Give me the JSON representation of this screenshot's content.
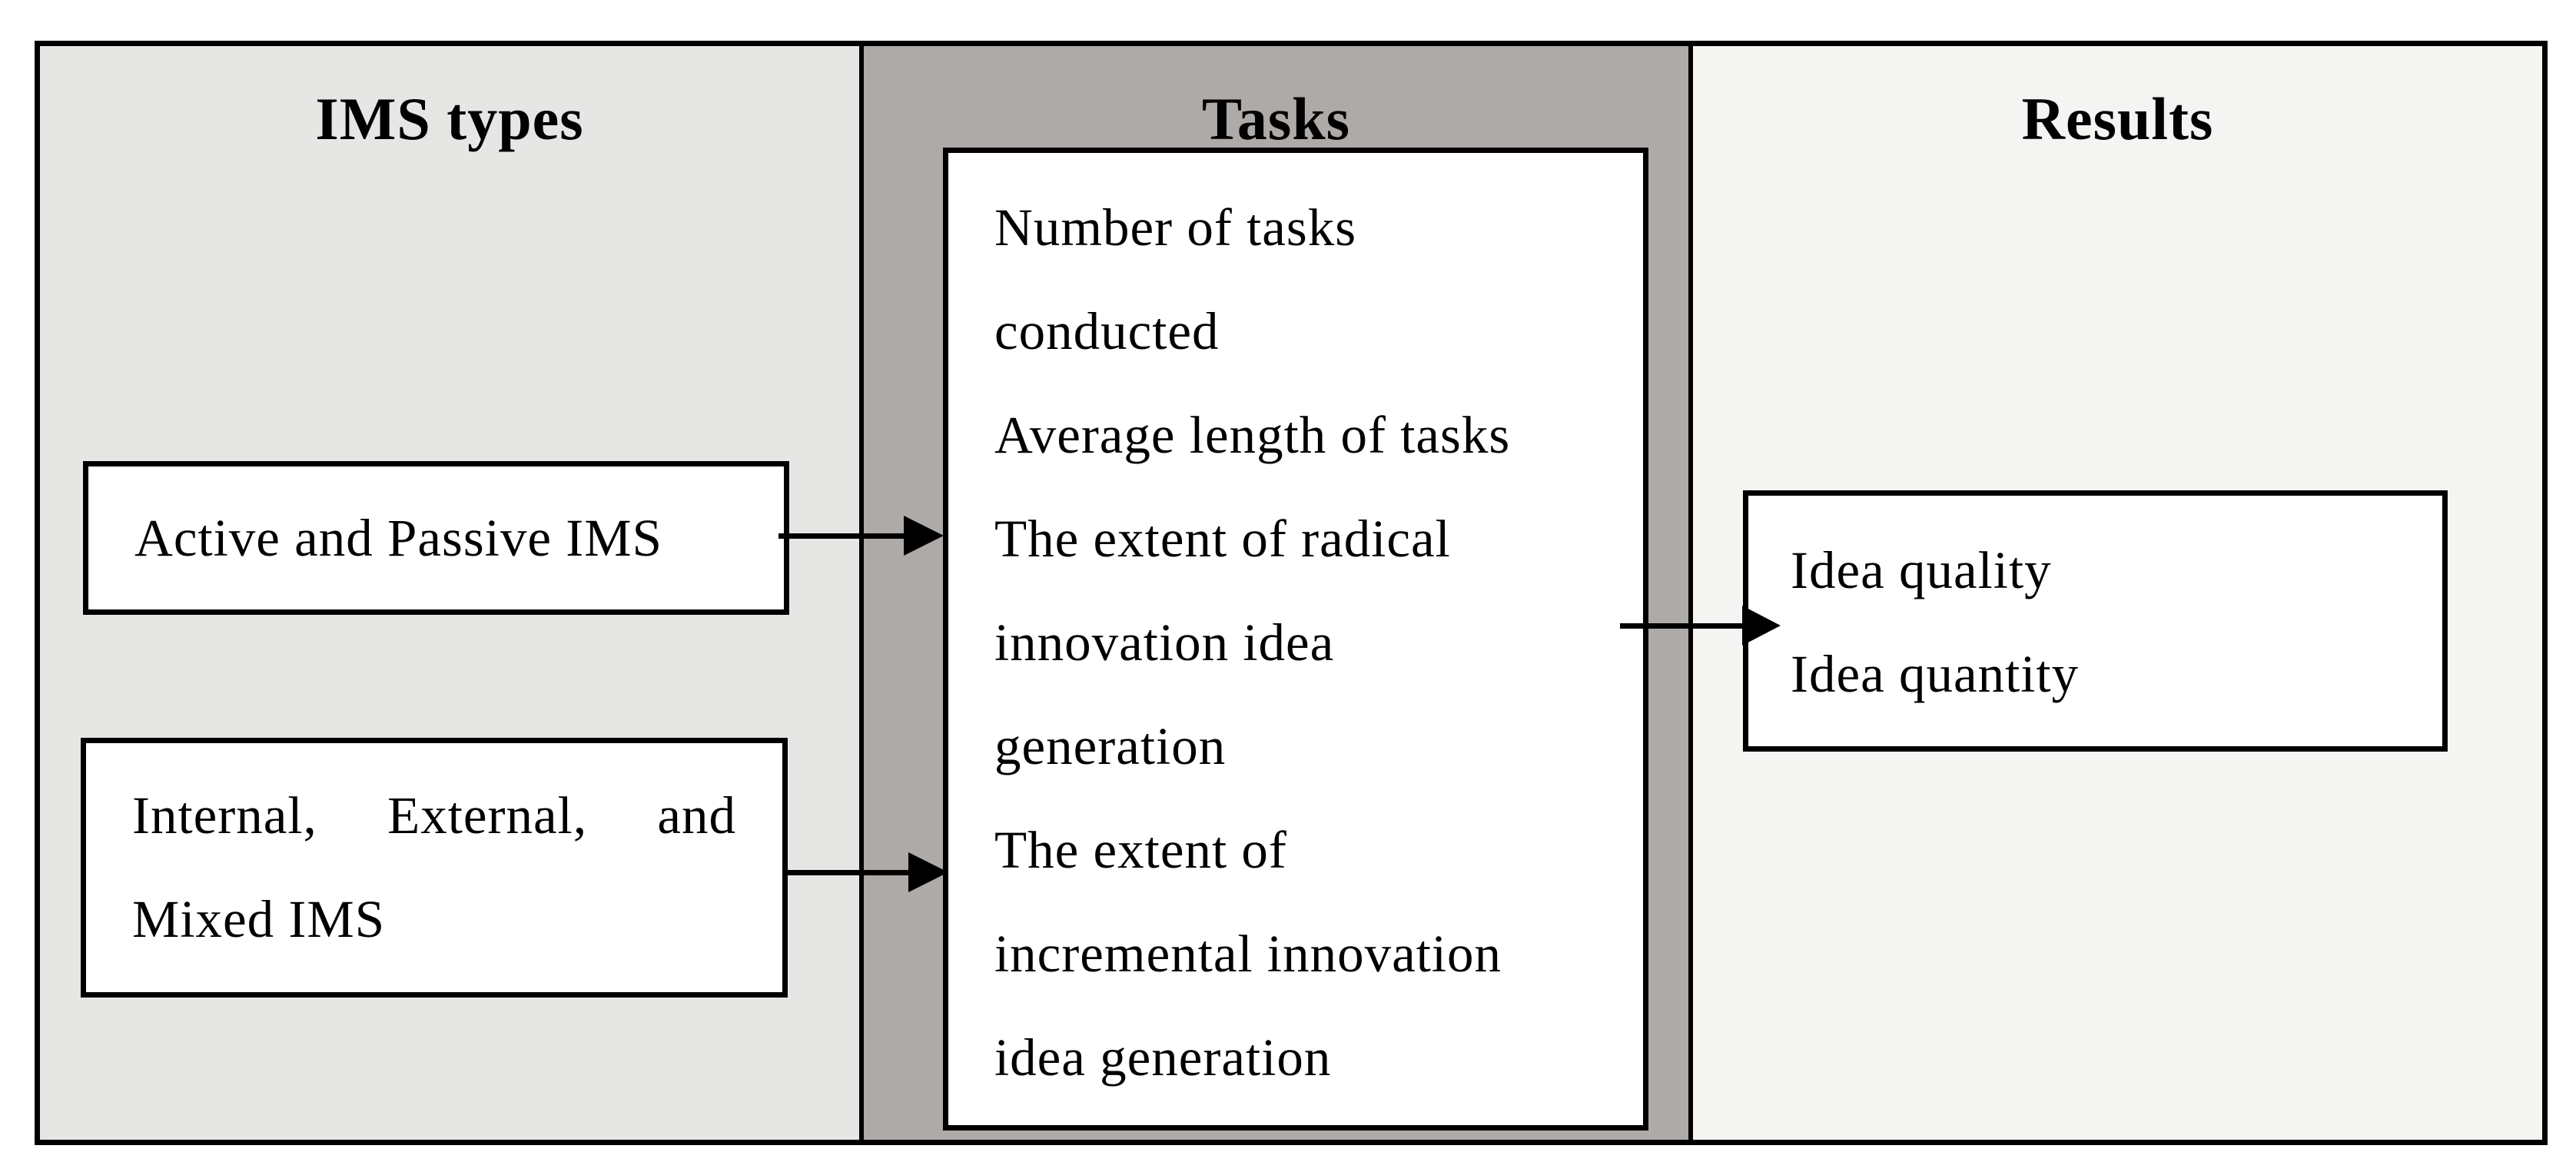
{
  "diagram": {
    "columns": [
      {
        "id": "ims-types",
        "header": "IMS types",
        "bg": "#e6e6e5"
      },
      {
        "id": "tasks",
        "header": "Tasks",
        "bg": "#aeaaa8"
      },
      {
        "id": "results",
        "header": "Results",
        "bg": "#f4f4f2"
      }
    ],
    "ims_types": {
      "box1": {
        "label": "Active and Passive IMS"
      },
      "box2": {
        "line1": "Internal, External, and",
        "line2": "Mixed IMS"
      }
    },
    "tasks": {
      "items": [
        "Number of tasks conducted",
        "Average length of tasks",
        "The extent of radical innovation idea generation",
        "The extent of incremental innovation idea generation"
      ],
      "lines_text": "Number of tasks\nconducted\nAverage length of tasks\nThe extent of radical\ninnovation idea\ngeneration\nThe extent of\nincremental innovation\nidea generation"
    },
    "results": {
      "items": [
        "Idea quality",
        "Idea quantity"
      ],
      "lines_text": "Idea quality\nIdea quantity"
    },
    "colors": {
      "border": "#000000",
      "box_bg": "#ffffff",
      "left_column_bg": "#e6e6e5",
      "middle_column_bg": "#aeaaa8",
      "right_column_bg": "#f4f4f2"
    }
  }
}
